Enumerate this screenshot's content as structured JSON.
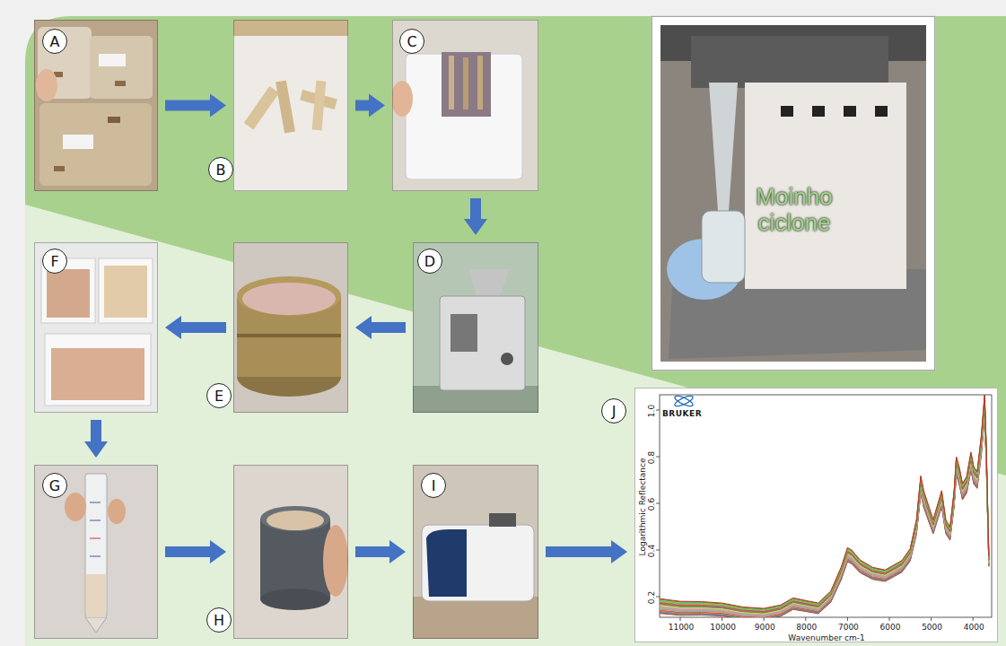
{
  "diagram": {
    "nodes": [
      {
        "text": [
          "A"
        ]
      },
      {
        "text": [
          "B"
        ]
      },
      {
        "text": [
          "C"
        ]
      },
      {
        "text": [
          "Moinho ciclone"
        ]
      },
      {
        "text": [
          "D"
        ]
      },
      {
        "text": [
          "E"
        ]
      },
      {
        "text": [
          "F"
        ]
      },
      {
        "text": [
          "G"
        ]
      },
      {
        "text": [
          "H"
        ]
      },
      {
        "text": [
          "I"
        ]
      },
      {
        "text": [
          "J"
        ]
      }
    ],
    "edges": [
      {
        "from": 0,
        "to": 1,
        "arrow": "to"
      },
      {
        "from": 1,
        "to": 2,
        "arrow": "to"
      },
      {
        "from": 2,
        "to": 4,
        "arrow": "to"
      },
      {
        "from": 4,
        "to": 5,
        "arrow": "to"
      },
      {
        "from": 5,
        "to": 6,
        "arrow": "to"
      },
      {
        "from": 6,
        "to": 7,
        "arrow": "to"
      },
      {
        "from": 7,
        "to": 8,
        "arrow": "to"
      },
      {
        "from": 8,
        "to": 9,
        "arrow": "to"
      },
      {
        "from": 9,
        "to": 10,
        "arrow": "to"
      }
    ],
    "labels": [
      "BRUKER",
      "1.0",
      "0.8",
      "0.6",
      "0.4",
      "0.2",
      "11000",
      "10000",
      "9000",
      "8000",
      "7000",
      "6000",
      "5000",
      "4000",
      "Logarithmic Reflectance",
      "Wavenumber cm-1"
    ]
  }
}
